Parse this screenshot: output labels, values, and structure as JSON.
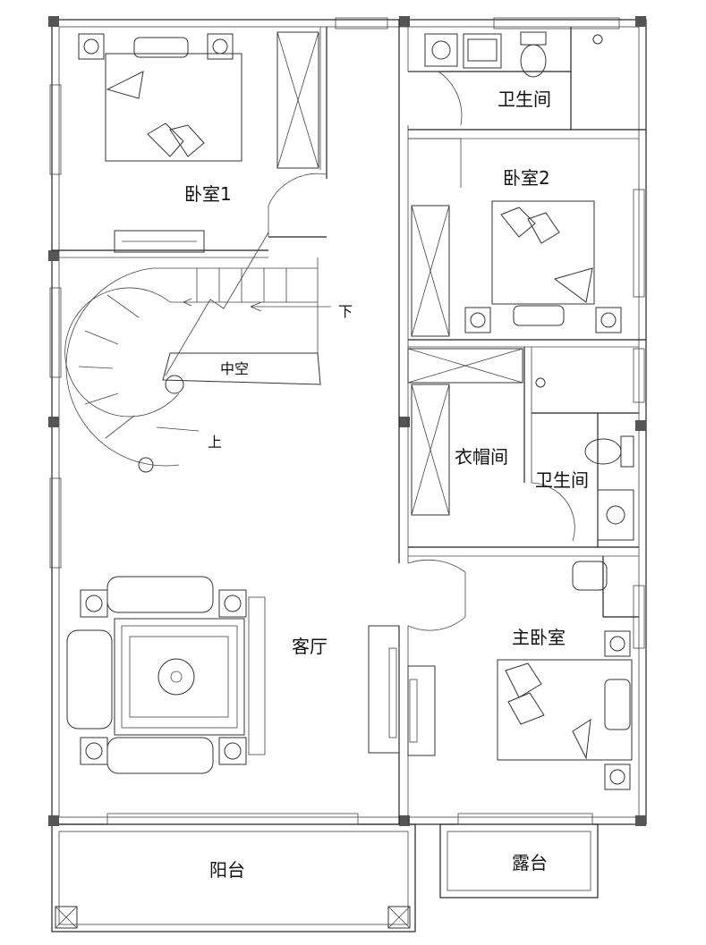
{
  "rooms": {
    "bedroom1": "卧室1",
    "bedroom2": "卧室2",
    "bathroom_top": "卫生间",
    "bathroom_mid": "卫生间",
    "void": "中空",
    "cloakroom": "衣帽间",
    "living_room": "客厅",
    "master_bedroom": "主卧室",
    "balcony": "阳台",
    "terrace": "露台"
  },
  "stairs": {
    "down": "下",
    "up": "上"
  }
}
